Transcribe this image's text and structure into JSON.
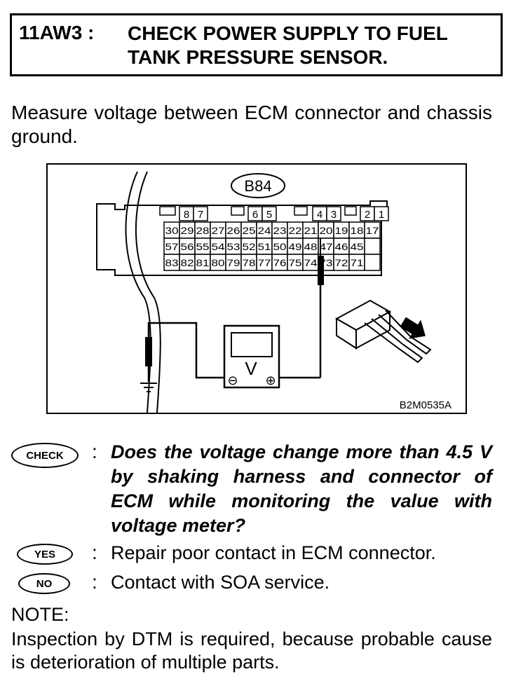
{
  "header": {
    "code": "11AW3 :",
    "title_line1": "CHECK POWER SUPPLY TO FUEL",
    "title_line2": "TANK PRESSURE SENSOR."
  },
  "instruction": "Measure voltage between ECM connector and chassis ground.",
  "diagram": {
    "connector_label": "B84",
    "top_pins": [
      "8",
      "7",
      "6",
      "5",
      "4",
      "3",
      "2",
      "1"
    ],
    "row1": [
      "30",
      "29",
      "28",
      "27",
      "26",
      "25",
      "24",
      "23",
      "22",
      "21",
      "20",
      "19",
      "18",
      "17"
    ],
    "row2": [
      "57",
      "56",
      "55",
      "54",
      "53",
      "52",
      "51",
      "50",
      "49",
      "48",
      "47",
      "46",
      "45"
    ],
    "row3": [
      "83",
      "82",
      "81",
      "80",
      "79",
      "78",
      "77",
      "76",
      "75",
      "74",
      "73",
      "72",
      "71"
    ],
    "meter_letter": "V",
    "minus_sign": "⊖",
    "plus_sign": "⊕",
    "figure_id": "B2M0535A"
  },
  "check": {
    "badge": "CHECK",
    "question": "Does the voltage change more than 4.5 V by shaking harness and connector of ECM while monitoring the value with voltage meter?"
  },
  "yes": {
    "badge": "YES",
    "text": "Repair poor contact in ECM connector."
  },
  "no": {
    "badge": "NO",
    "text": "Contact with SOA service."
  },
  "colon": ":",
  "note": {
    "label": "NOTE:",
    "text": "Inspection by DTM is required, because probable cause is deterioration of multiple parts."
  }
}
